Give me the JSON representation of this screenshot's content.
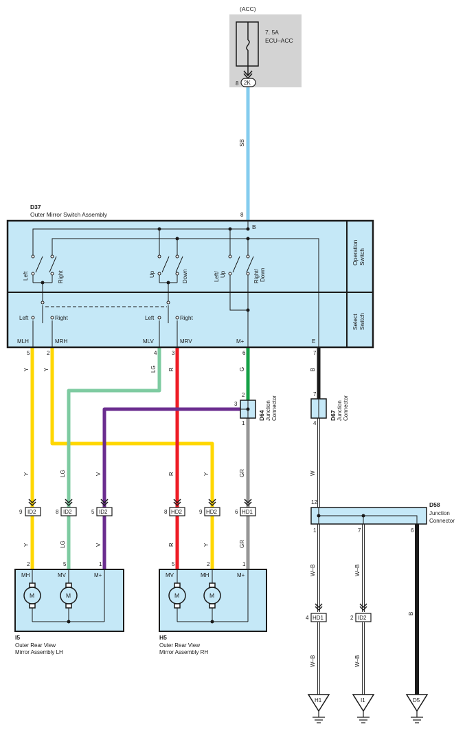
{
  "fuse": {
    "source": "(ACC)",
    "rating": "7. 5A",
    "name": "ECU–ACC",
    "connector": "2K",
    "pin": "8"
  },
  "colors": {
    "SB": "#84ccee",
    "Y": "#ffd700",
    "LG": "#7ecba1",
    "R": "#ee1c25",
    "V": "#6b2d8f",
    "G": "#14a046",
    "GR": "#969696",
    "B": "#1a1a1a",
    "W": "#ffffff",
    "WB": "#ffffff",
    "box": "#c5e8f7",
    "fuse_bg": "#d3d3d3"
  },
  "wire_labels": {
    "sb": "SB",
    "y": "Y",
    "lg": "LG",
    "r": "R",
    "v": "V",
    "g": "G",
    "gr": "GR",
    "b": "B",
    "w": "W",
    "wb": "W–B"
  },
  "switch_assembly": {
    "code": "D37",
    "name": "Outer Mirror Switch Assembly",
    "top_pin": "8",
    "b_label": "B",
    "operation_label": [
      "Operation",
      "Switch"
    ],
    "select_label": [
      "Select",
      "Switch"
    ],
    "sw_left": "Left",
    "sw_right": "Right",
    "sw_up": "Up",
    "sw_down": "Down",
    "sw_leftup": [
      "Left/",
      "Up"
    ],
    "sw_rightdown": [
      "Right/",
      "Down"
    ],
    "sel_left": "Left",
    "sel_right": "Right",
    "terminals": [
      {
        "name": "MLH",
        "pin": "5"
      },
      {
        "name": "MRH",
        "pin": "2"
      },
      {
        "name": "MLV",
        "pin": "4"
      },
      {
        "name": "MRV",
        "pin": "3"
      },
      {
        "name": "M+",
        "pin": "6"
      },
      {
        "name": "E",
        "pin": "7"
      }
    ]
  },
  "junctions": {
    "d64": {
      "code": "D64",
      "lines": [
        "Junction",
        "Connector"
      ],
      "pin_in": "2",
      "pin_left": "3",
      "pin_out": "1"
    },
    "d67": {
      "code": "D67",
      "lines": [
        "Junction",
        "Connector"
      ],
      "pin_in": "7",
      "pin_out": "4"
    },
    "d58": {
      "code": "D58",
      "lines": [
        "Junction",
        "Connector"
      ],
      "pin_in": "12",
      "pin_a": "1",
      "pin_b": "7",
      "pin_c": "6"
    }
  },
  "connectors": [
    {
      "pin": "9",
      "code": "ID2"
    },
    {
      "pin": "8",
      "code": "ID2"
    },
    {
      "pin": "5",
      "code": "ID2"
    },
    {
      "pin": "8",
      "code": "HD2"
    },
    {
      "pin": "9",
      "code": "HD2"
    },
    {
      "pin": "6",
      "code": "HD1"
    },
    {
      "pin": "4",
      "code": "HD1"
    },
    {
      "pin": "2",
      "code": "ID2"
    }
  ],
  "mirror_lh": {
    "code": "I5",
    "lines": [
      "Outer Rear View",
      "Mirror Assembly LH"
    ],
    "terminals": [
      {
        "name": "MH",
        "pin": "2"
      },
      {
        "name": "MV",
        "pin": "5"
      },
      {
        "name": "M+",
        "pin": "1"
      }
    ]
  },
  "mirror_rh": {
    "code": "H5",
    "lines": [
      "Outer Rear View",
      "Mirror Assembly RH"
    ],
    "terminals": [
      {
        "name": "MV",
        "pin": "5"
      },
      {
        "name": "MH",
        "pin": "2"
      },
      {
        "name": "M+",
        "pin": "1"
      }
    ]
  },
  "motor_label": "M",
  "grounds": [
    "H1",
    "I1",
    "D5"
  ]
}
